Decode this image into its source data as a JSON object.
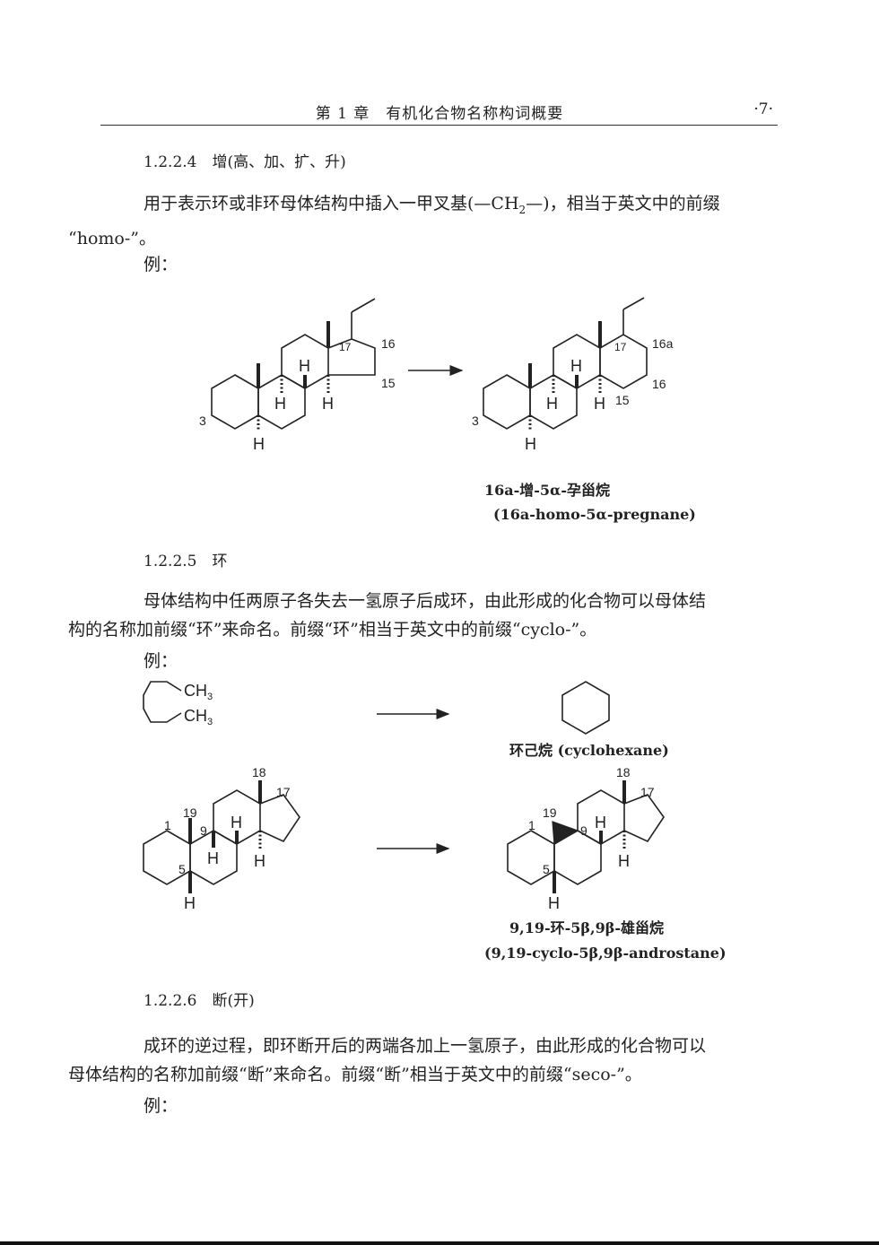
{
  "header": {
    "title": "第 1 章　有机化合物名称构词概要",
    "page": "·7·"
  },
  "sec_1224": {
    "heading": "1.2.2.4　增(高、加、扩、升)",
    "para1_a": "用于表示环或非环母体结构中插入一甲叉基(—CH",
    "para1_sub": "2",
    "para1_b": "—)，相当于英文中的前缀",
    "para1_c": "“homo-”。",
    "example": "例：",
    "left_labels": {
      "c3": "3",
      "c16": "16",
      "c15": "15",
      "c17": "17",
      "h": "H"
    },
    "right_labels": {
      "c3": "3",
      "c16a": "16a",
      "c16": "16",
      "c15": "15",
      "c17": "17",
      "h": "H"
    },
    "caption_cn": "16a-增-5α-孕甾烷",
    "caption_en": "(16a-homo-5α-pregnane)"
  },
  "sec_1225": {
    "heading": "1.2.2.5　环",
    "para_line1": "母体结构中任两原子各失去一氢原子后成环，由此形成的化合物可以母体结",
    "para_line2": "构的名称加前缀“环”来命名。前缀“环”相当于英文中的前缀“cyclo-”。",
    "example": "例：",
    "hexane_ch": "CH",
    "hexane_sub": "3",
    "caption1": "环己烷  (cyclohexane)",
    "andro_labels": {
      "n1": "1",
      "n5": "5",
      "n9": "9",
      "n17": "17",
      "n18": "18",
      "n19": "19",
      "h": "H"
    },
    "caption2_cn": "9,19-环-5β,9β-雄甾烷",
    "caption2_en": "(9,19-cyclo-5β,9β-androstane)"
  },
  "sec_1226": {
    "heading": "1.2.2.6　断(开)",
    "para_line1": "成环的逆过程，即环断开后的两端各加上一氢原子，由此形成的化合物可以",
    "para_line2": "母体结构的名称加前缀“断”来命名。前缀“断”相当于英文中的前缀“seco-”。",
    "example": "例："
  }
}
